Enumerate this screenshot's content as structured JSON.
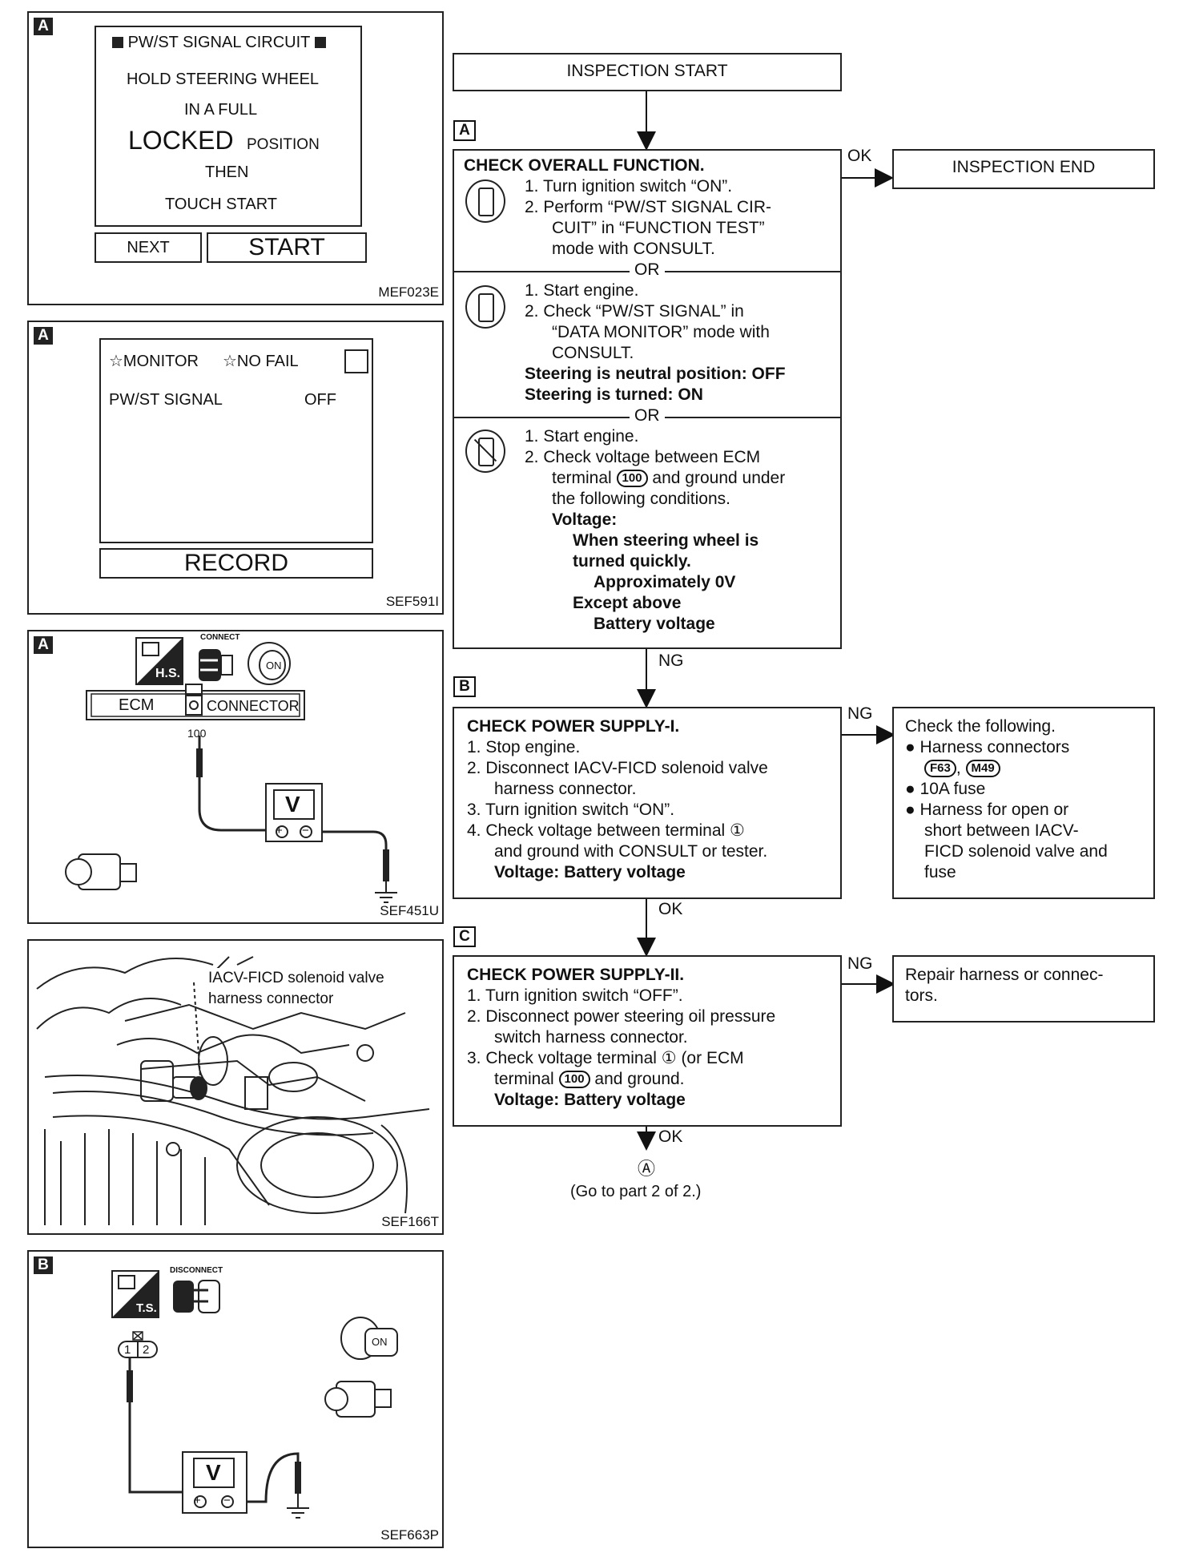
{
  "panels": {
    "p1": {
      "tag": "A",
      "title": "PW/ST SIGNAL CIRCUIT",
      "lines": [
        "HOLD STEERING WHEEL",
        "IN A FULL",
        "LOCKED",
        "POSITION",
        "THEN",
        "TOUCH START"
      ],
      "next_label": "NEXT",
      "start_label": "START",
      "code": "MEF023E"
    },
    "p2": {
      "tag": "A",
      "monitor": "☆MONITOR",
      "nofail": "☆NO FAIL",
      "signal_label": "PW/ST SIGNAL",
      "signal_value": "OFF",
      "record_label": "RECORD",
      "code": "SEF591I"
    },
    "p3": {
      "tag": "A",
      "hs_label": "H.S.",
      "connect_label": "CONNECT",
      "on_label": "ON",
      "ecm_label": "ECM",
      "connector_label": "CONNECTOR",
      "terminal": "100",
      "meter": "V",
      "code": "SEF451U"
    },
    "p4": {
      "callout_line1": "IACV-FICD solenoid valve",
      "callout_line2": "harness connector",
      "code": "SEF166T"
    },
    "p5": {
      "tag": "B",
      "ts_label": "T.S.",
      "disconnect_label": "DISCONNECT",
      "pin1": "1",
      "pin2": "2",
      "on_label": "ON",
      "meter": "V",
      "code": "SEF663P"
    }
  },
  "flow": {
    "start": "INSPECTION START",
    "end": "INSPECTION END",
    "step_a": {
      "tag": "A",
      "title": "CHECK OVERALL FUNCTION.",
      "s1": [
        "1.  Turn ignition switch “ON”.",
        "2.  Perform “PW/ST SIGNAL CIR-",
        "CUIT” in “FUNCTION TEST”",
        "mode with CONSULT."
      ],
      "or": "OR",
      "s2": [
        "1.  Start engine.",
        "2.  Check “PW/ST SIGNAL” in",
        "“DATA MONITOR” mode with",
        "CONSULT."
      ],
      "s2_bold": [
        "Steering is neutral position: OFF",
        "Steering is turned: ON"
      ],
      "s3": [
        "1.  Start engine.",
        "2.  Check voltage between ECM",
        "terminal",
        "and ground under",
        "the following conditions."
      ],
      "s3_terminal": "100",
      "s3_bold": [
        "Voltage:",
        "When steering wheel is",
        "turned quickly.",
        "Approximately 0V",
        "Except above",
        "Battery voltage"
      ]
    },
    "ok_label": "OK",
    "ng_label": "NG",
    "step_b": {
      "tag": "B",
      "title": "CHECK POWER SUPPLY-I.",
      "lines": [
        "1.  Stop engine.",
        "2.  Disconnect IACV-FICD solenoid valve",
        "harness connector.",
        "3.  Turn ignition switch “ON”.",
        "4.  Check voltage between terminal ①",
        "and ground with CONSULT or tester."
      ],
      "bold": "Voltage: Battery voltage"
    },
    "check_following": {
      "title": "Check the following.",
      "b1": "Harness connectors",
      "conn1": "F63",
      "conn2": "M49",
      "b2": "10A fuse",
      "b3": [
        "Harness for open or",
        "short between IACV-",
        "FICD solenoid valve and",
        "fuse"
      ]
    },
    "step_c": {
      "tag": "C",
      "title": "CHECK POWER SUPPLY-II.",
      "lines": [
        "1.  Turn ignition switch “OFF”.",
        "2.  Disconnect power steering oil pressure",
        "switch harness connector.",
        "3.  Check voltage terminal ①  (or ECM",
        "terminal",
        "and ground."
      ],
      "terminal": "100",
      "bold": "Voltage: Battery voltage"
    },
    "repair": [
      "Repair harness or connec-",
      "tors."
    ],
    "goto_symbol": "Ⓐ",
    "goto": "(Go to part 2 of 2.)"
  }
}
